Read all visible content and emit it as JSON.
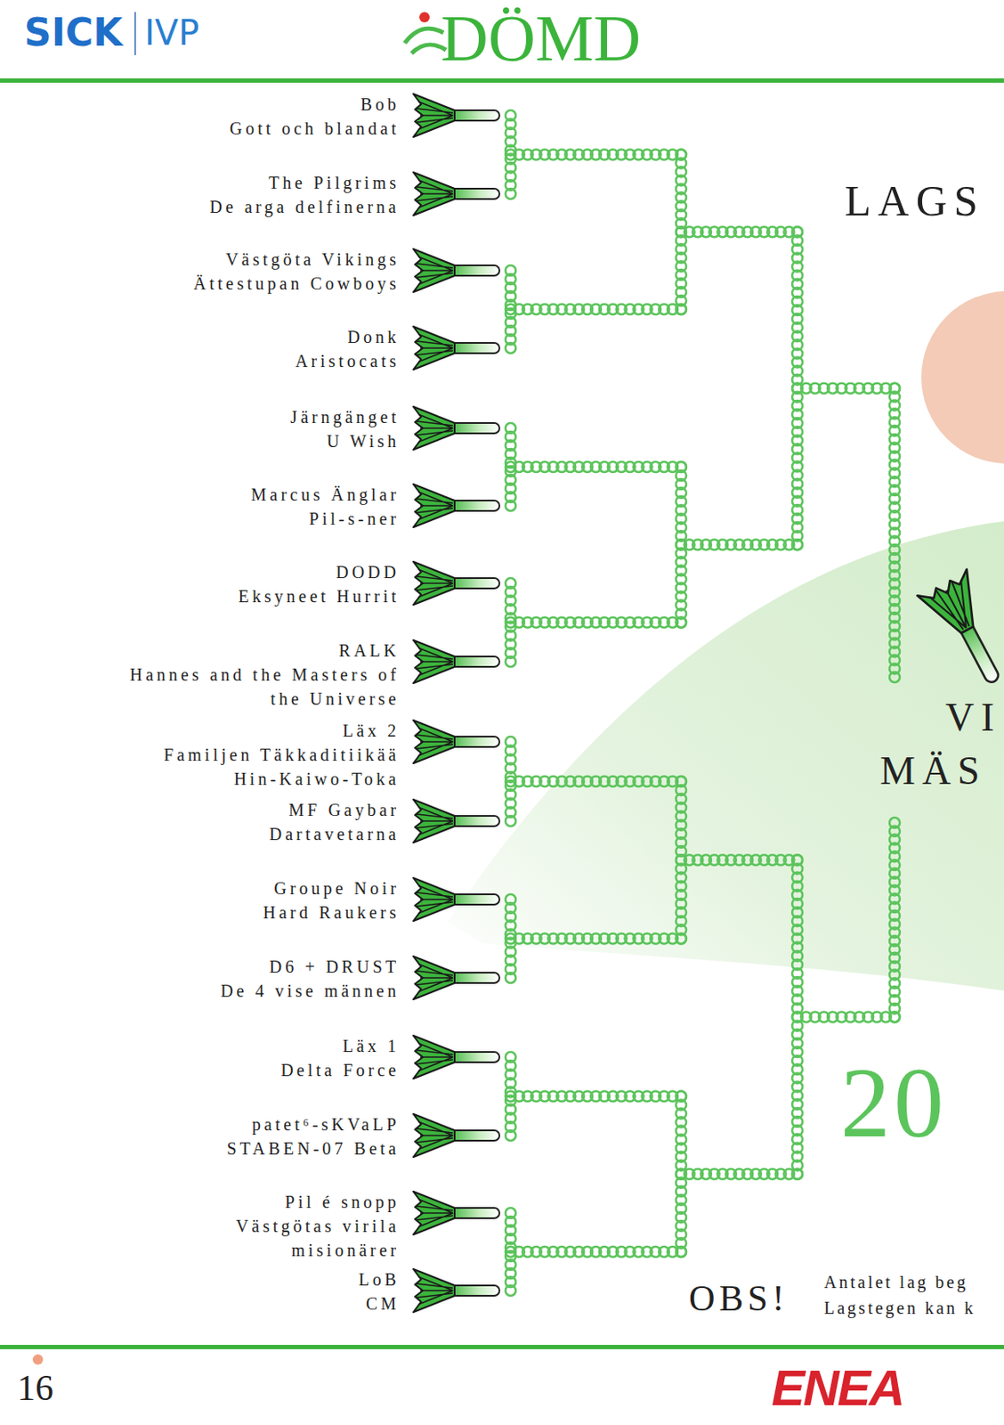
{
  "diagram": {
    "title": "DÖMD",
    "nodes": [
      {
        "text": [
          "Bob",
          "Gott och blandat"
        ]
      },
      {
        "text": [
          "The Pilgrims",
          "De arga delfinerna"
        ]
      },
      {
        "text": [
          "Västgöta Vikings",
          "Ättestupan Cowboys"
        ]
      },
      {
        "text": [
          "Donk",
          "Aristocats"
        ]
      },
      {
        "text": [
          "Järngänget",
          "U Wish"
        ]
      },
      {
        "text": [
          "Marcus Änglar",
          "Pil-s-ner"
        ]
      },
      {
        "text": [
          "DODD",
          "Eksyneet Hurrit"
        ]
      },
      {
        "text": [
          "RALK",
          "Hannes and the Masters of the Universe"
        ]
      },
      {
        "text": [
          "Läx 2",
          "Familjen Täkkaditiikää Hin-Kaiwo-Toka"
        ]
      },
      {
        "text": [
          "MF Gaybar",
          "Dartavetarna"
        ]
      },
      {
        "text": [
          "Groupe Noir",
          "Hard Raukers"
        ]
      },
      {
        "text": [
          "D6 + DRUST",
          "De 4 vise männen"
        ]
      },
      {
        "text": [
          "Läx 1",
          "Delta Force"
        ]
      },
      {
        "text": [
          "patet⁶-sKVaLP",
          "STABEN-07 Beta"
        ]
      },
      {
        "text": [
          "Pil é snopp",
          "Västgötas virila misionärer"
        ]
      },
      {
        "text": [
          "LoB",
          "CM"
        ]
      }
    ],
    "labels": [
      "SICK",
      "IVP",
      "LAGS",
      "VI",
      "MÄS",
      "20",
      "OBS!",
      "Antalet lag beg",
      "Lagstegen kan k",
      "16",
      "ENEA"
    ]
  }
}
